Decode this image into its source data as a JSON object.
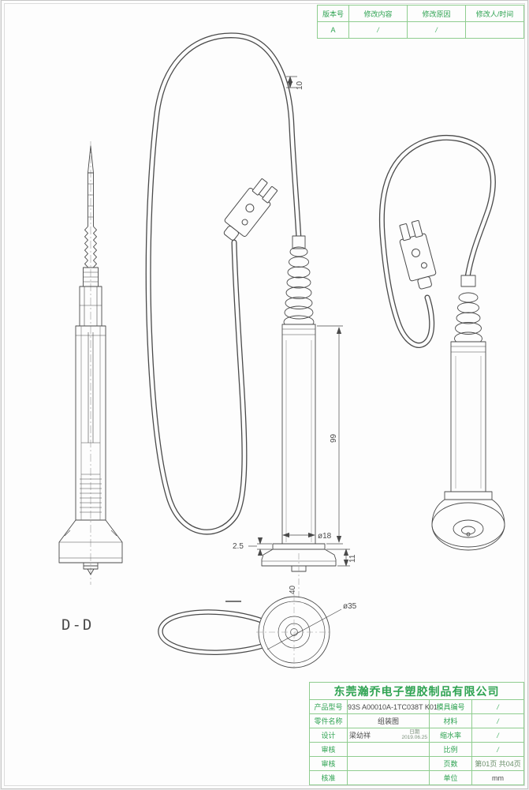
{
  "colors": {
    "accent_green": "#2fa352",
    "line": "#4a4a4a"
  },
  "section_label": "D-D",
  "revision_table": {
    "headers": [
      "版本号",
      "修改内容",
      "修改原因",
      "修改人/时间"
    ],
    "row": {
      "version": "A",
      "content": "/",
      "reason": "/",
      "editor": ""
    }
  },
  "dimensions": {
    "cable_top": "10",
    "handle_length": "99",
    "handle_dia": "ø18",
    "step": "2.5",
    "flange_height": "11",
    "base": "40",
    "cap_dia": "ø35"
  },
  "title_block": {
    "company": "东莞瀚乔电子塑胶制品有限公司",
    "labels": {
      "product_model": "产品型号",
      "mold_no": "模具编号",
      "part_name": "零件名称",
      "material": "材料",
      "design": "设计",
      "shrinkage": "缩水率",
      "check1": "审核",
      "scale": "比例",
      "check2": "审核",
      "pages": "页数",
      "approve": "核准",
      "unit": "单位"
    },
    "values": {
      "product_model": "93S A00010A-1TC038T K01",
      "mold_no": "/",
      "part_name": "组装图",
      "material": "/",
      "designer": "梁幼祥",
      "date_label": "日期",
      "date": "2019.06.25",
      "shrinkage": "/",
      "check1": "",
      "scale": "/",
      "check2": "",
      "pages": "第01页 共04页",
      "approve": "",
      "unit": "mm"
    }
  }
}
